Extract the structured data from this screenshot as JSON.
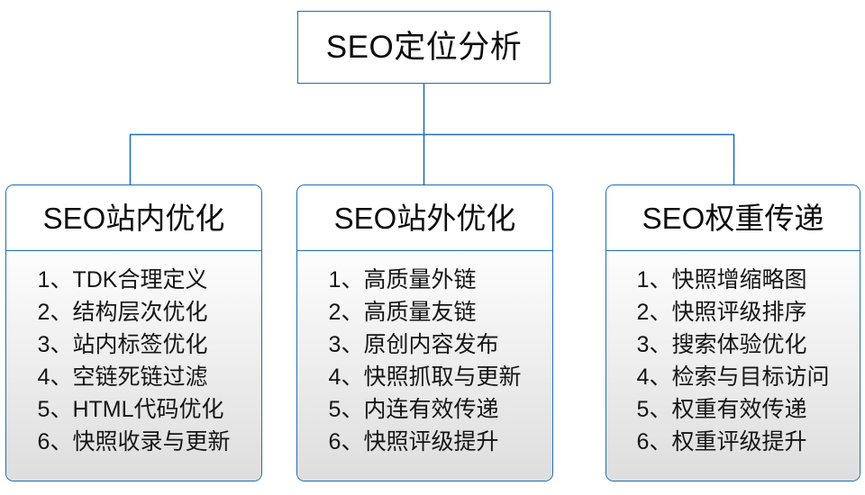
{
  "diagram": {
    "type": "org-tree",
    "root": {
      "title": "SEO定位分析"
    },
    "colors": {
      "border": "#1F6FB5",
      "connector": "#1F6FB5",
      "header_background": "#FFFFFF",
      "body_gradient_top": "#FDFDFD",
      "body_gradient_bottom": "#DEDEDE",
      "text": "#0D0D0D"
    },
    "branches": [
      {
        "title": "SEO站内优化",
        "items": [
          "1、TDK合理定义",
          "2、结构层次优化",
          "3、站内标签优化",
          "4、空链死链过滤",
          "5、HTML代码优化",
          "6、快照收录与更新"
        ]
      },
      {
        "title": "SEO站外优化",
        "items": [
          "1、高质量外链",
          "2、高质量友链",
          "3、原创内容发布",
          "4、快照抓取与更新",
          "5、内连有效传递",
          "6、快照评级提升"
        ]
      },
      {
        "title": "SEO权重传递",
        "items": [
          "1、快照增缩略图",
          "2、快照评级排序",
          "3、搜索体验优化",
          "4、检索与目标访问",
          "5、权重有效传递",
          "6、权重评级提升"
        ]
      }
    ]
  }
}
